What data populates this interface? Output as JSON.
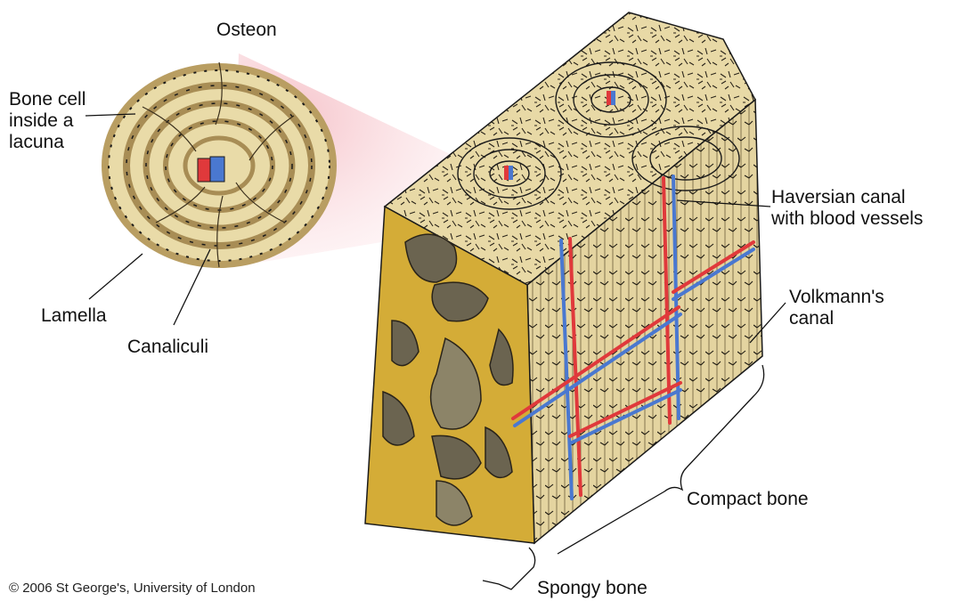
{
  "labels": {
    "osteon": "Osteon",
    "bone_cell": "Bone cell\ninside a\nlacuna",
    "lamella": "Lamella",
    "canaliculi": "Canaliculi",
    "haversian_canal": "Haversian canal\nwith blood vessels",
    "volkmanns_canal": "Volkmann's\ncanal",
    "compact_bone": "Compact bone",
    "spongy_bone": "Spongy bone"
  },
  "copyright": "© 2006 St George's, University of London",
  "colors": {
    "bone_fill": "#e8d9a6",
    "bone_dark": "#bfa66b",
    "spongy": "#d4ac37",
    "artery": "#e0393b",
    "vein": "#4a78d0",
    "line": "#1a1a1a",
    "highlight": "#f6c9cf"
  }
}
